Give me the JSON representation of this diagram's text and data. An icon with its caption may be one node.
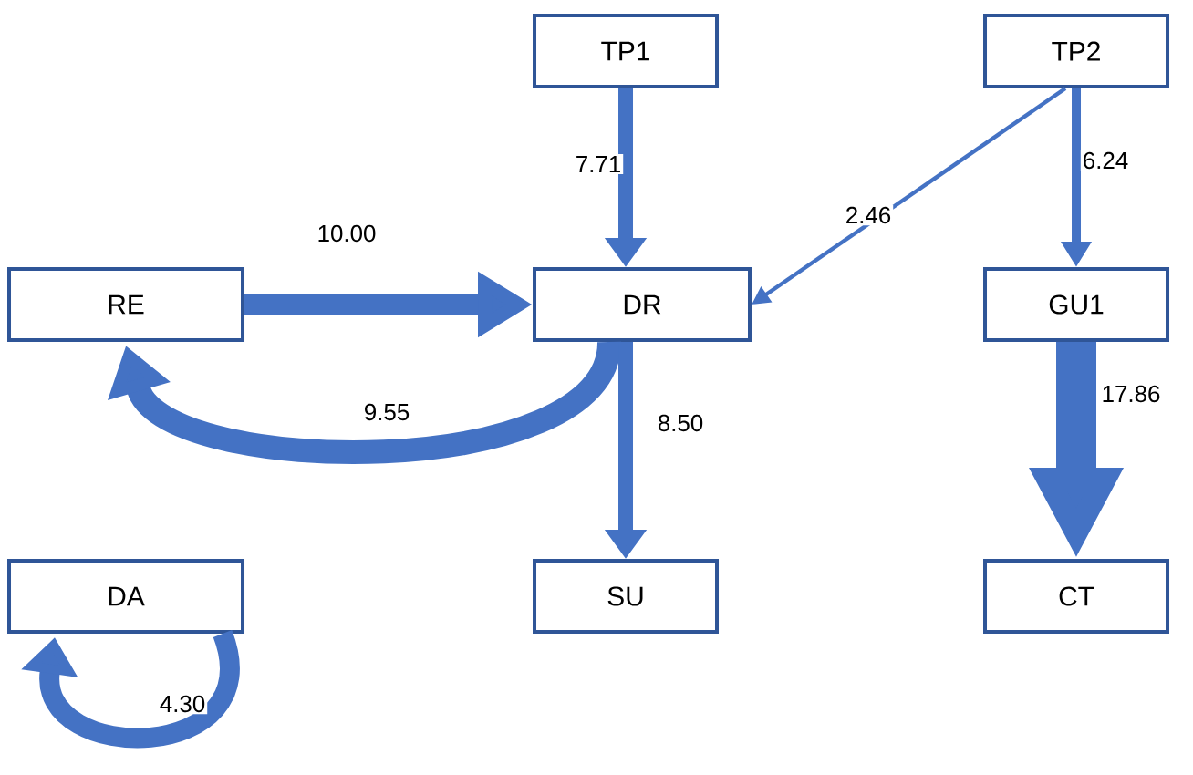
{
  "diagram": {
    "nodes": [
      {
        "text": [
          "TP1"
        ]
      },
      {
        "text": [
          "TP2"
        ]
      },
      {
        "text": [
          "RE"
        ]
      },
      {
        "text": [
          "DR"
        ]
      },
      {
        "text": [
          "GU1"
        ]
      },
      {
        "text": [
          "DA"
        ]
      },
      {
        "text": [
          "SU"
        ]
      },
      {
        "text": [
          "CT"
        ]
      }
    ],
    "edges": [
      {
        "from": 0,
        "to": 3,
        "arrow": "to",
        "label": "7.71"
      },
      {
        "from": 1,
        "to": 3,
        "arrow": "to",
        "label": "2.46"
      },
      {
        "from": 1,
        "to": 4,
        "arrow": "to",
        "label": "6.24"
      },
      {
        "from": 2,
        "to": 3,
        "arrow": "to",
        "label": "10.00"
      },
      {
        "from": 3,
        "to": 2,
        "arrow": "to",
        "label": "9.55"
      },
      {
        "from": 3,
        "to": 6,
        "arrow": "to",
        "label": "8.50"
      },
      {
        "from": 4,
        "to": 7,
        "arrow": "to",
        "label": "17.86",
        "style": "thick"
      },
      {
        "from": 5,
        "to": 5,
        "arrow": "to",
        "label": "4.30"
      }
    ]
  }
}
